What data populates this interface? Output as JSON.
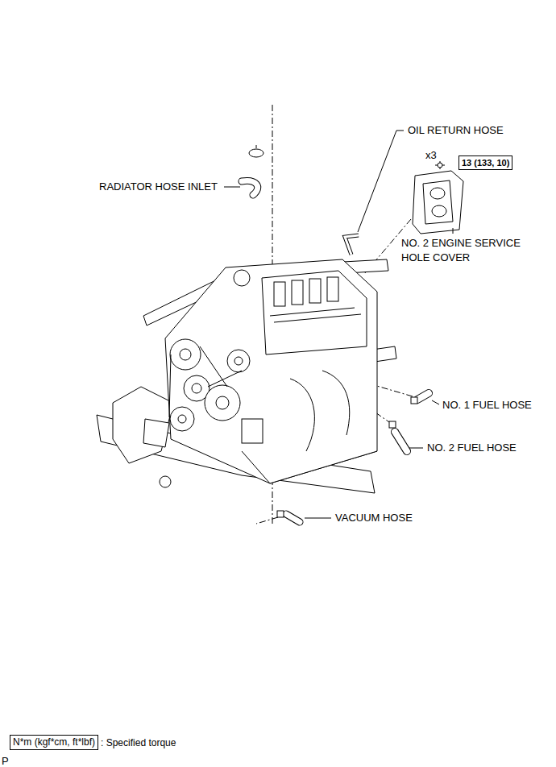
{
  "diagram": {
    "nodes": [
      {
        "text": [
          "13 (133, 10)"
        ]
      },
      {
        "text": [
          "N*m (kgf*cm, ft*lbf)",
          ": Specified torque"
        ]
      }
    ],
    "labels": [
      "OIL RETURN HOSE",
      "x3",
      "RADIATOR HOSE INLET",
      "NO. 2 ENGINE SERVICE HOLE COVER",
      "NO. 1 FUEL HOSE",
      "NO. 2 FUEL HOSE",
      "VACUUM HOSE",
      "P"
    ]
  }
}
